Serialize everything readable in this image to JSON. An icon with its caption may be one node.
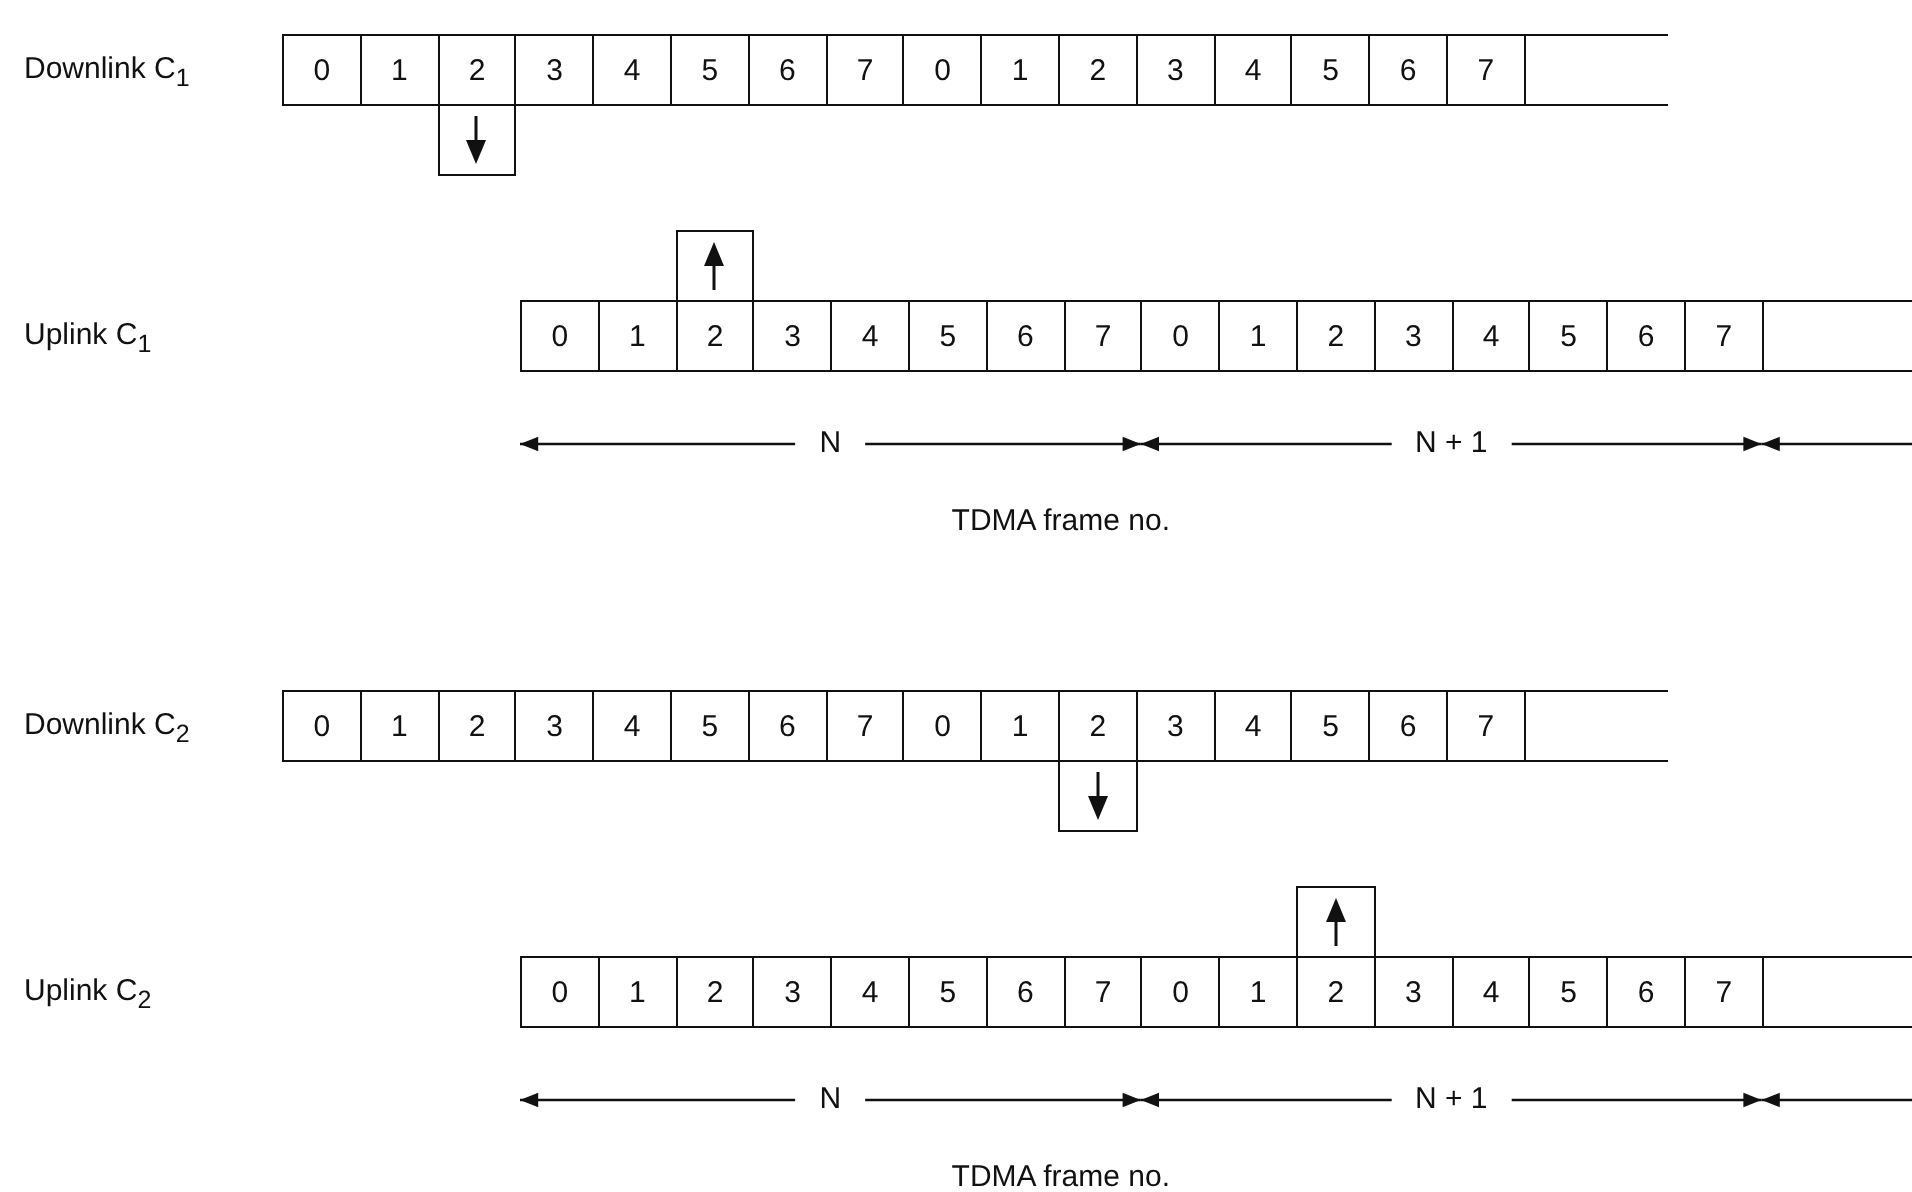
{
  "diagram": {
    "labels": [
      "Downlink C$_{1}$",
      "0",
      "1",
      "2",
      "3",
      "4",
      "5",
      "6",
      "7",
      "0",
      "1",
      "2",
      "3",
      "4",
      "5",
      "6",
      "7",
      "Uplink C$_{1}$",
      "0",
      "1",
      "2",
      "3",
      "4",
      "5",
      "6",
      "7",
      "0",
      "1",
      "2",
      "3",
      "4",
      "5",
      "6",
      "7",
      "N",
      "N + 1",
      "TDMA frame no.",
      "Downlink C$_{2}$",
      "0",
      "1",
      "2",
      "3",
      "4",
      "5",
      "6",
      "7",
      "0",
      "1",
      "2",
      "3",
      "4",
      "5",
      "6",
      "7",
      "Uplink C$_{2}$",
      "0",
      "1",
      "2",
      "3",
      "4",
      "5",
      "6",
      "7",
      "0",
      "1",
      "2",
      "3",
      "4",
      "5",
      "6",
      "7",
      "N",
      "N + 1",
      "TDMA frame no."
    ]
  }
}
